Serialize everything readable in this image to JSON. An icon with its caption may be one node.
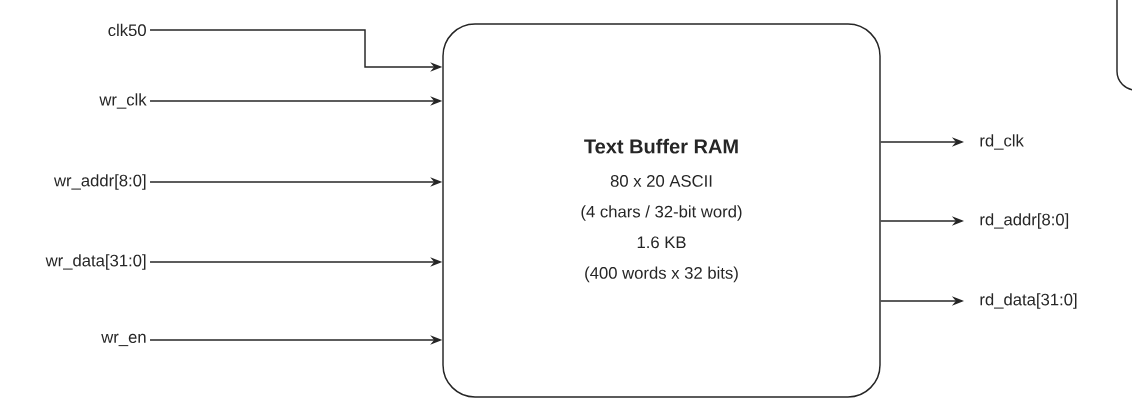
{
  "diagram": {
    "nodes": [
      {
        "text": [
          "Text Buffer RAM",
          "80 x 20 ASCII",
          "(4 chars / 32-bit word)",
          "1.6 KB",
          "(400 words x 32 bits)"
        ]
      },
      {
        "text": [
          "clk50"
        ]
      },
      {
        "text": [
          "wr_clk"
        ]
      },
      {
        "text": [
          "wr_addr[8:0]"
        ]
      },
      {
        "text": [
          "wr_data[31:0]"
        ]
      },
      {
        "text": [
          "wr_en"
        ]
      },
      {
        "text": [
          "rd_clk"
        ]
      },
      {
        "text": [
          "rd_addr[8:0]"
        ]
      },
      {
        "text": [
          "rd_data[31:0]"
        ]
      },
      {
        "text": [],
        "shape": "box"
      }
    ],
    "edges": [
      {
        "from": 1,
        "to": 0,
        "arrow": "to"
      },
      {
        "from": 2,
        "to": 0,
        "arrow": "to"
      },
      {
        "from": 3,
        "to": 0,
        "arrow": "to"
      },
      {
        "from": 4,
        "to": 0,
        "arrow": "to"
      },
      {
        "from": 5,
        "to": 0,
        "arrow": "to"
      },
      {
        "from": 0,
        "to": 6,
        "arrow": "to"
      },
      {
        "from": 0,
        "to": 7,
        "arrow": "to"
      },
      {
        "from": 0,
        "to": 8,
        "arrow": "to"
      }
    ]
  }
}
